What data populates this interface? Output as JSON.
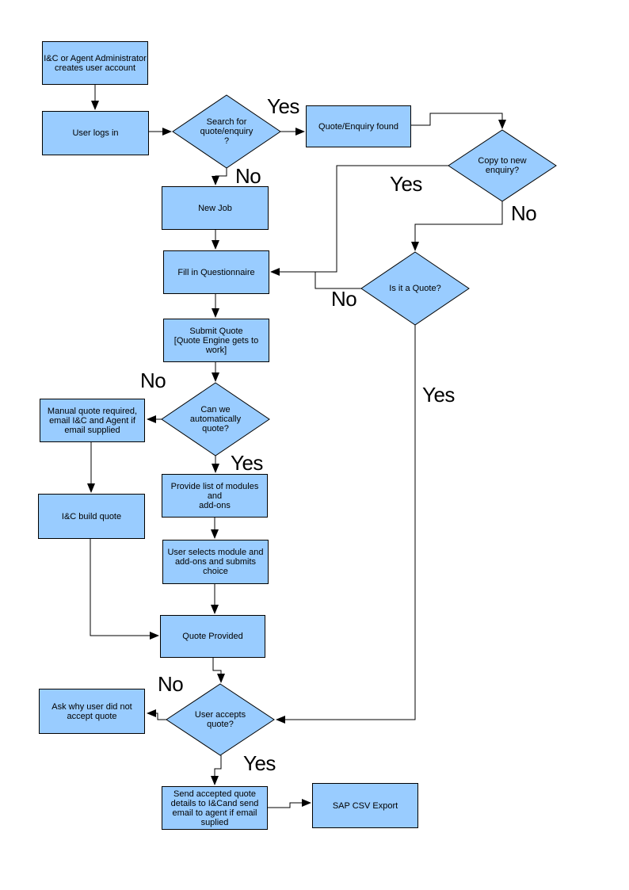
{
  "colors": {
    "page_bg": "#FFFFFF",
    "shape_fill": "#99CCFF",
    "shape_border": "#000000",
    "connector": "#000000",
    "text": "#000000"
  },
  "flowchart": {
    "nodes": {
      "create_account": "I&C or Agent Administrator\ncreates user account",
      "user_logs_in": "User logs in",
      "search_for_quote": "Search for\nquote/enquiry\n?",
      "quote_enquiry_found": "Quote/Enquiry found",
      "copy_to_new_enquiry": "Copy to new\nenquiry?",
      "new_job": "New Job",
      "fill_in_questionnaire": "Fill in Questionnaire",
      "submit_quote": "Submit Quote\n[Quote Engine gets to work]",
      "is_it_a_quote": "Is it a Quote?",
      "can_we_auto_quote": "Can we\nautomatically\nquote?",
      "manual_quote_required": "Manual quote required,\nemail I&C and Agent if\nemail supplied",
      "ic_build_quote": "I&C build quote",
      "provide_list_modules": "Provide list of modules and\nadd-ons",
      "user_selects_module": "User selects module and\nadd-ons and submits\nchoice",
      "quote_provided": "Quote Provided",
      "user_accepts_quote": "User accepts\nquote?",
      "ask_why_not_accept": "Ask why user did not\naccept quote",
      "send_accepted_quote": "Send accepted quote\ndetails to I&Cand send\nemail to agent if email\nsuplied",
      "sap_csv_export": "SAP CSV Export"
    },
    "branch_labels": {
      "search_yes": "Yes",
      "search_no": "No",
      "copy_yes": "Yes",
      "copy_no": "No",
      "is_it_no": "No",
      "is_it_yes": "Yes",
      "can_we_no": "No",
      "can_we_yes": "Yes",
      "accepts_no": "No",
      "accepts_yes": "Yes"
    }
  }
}
